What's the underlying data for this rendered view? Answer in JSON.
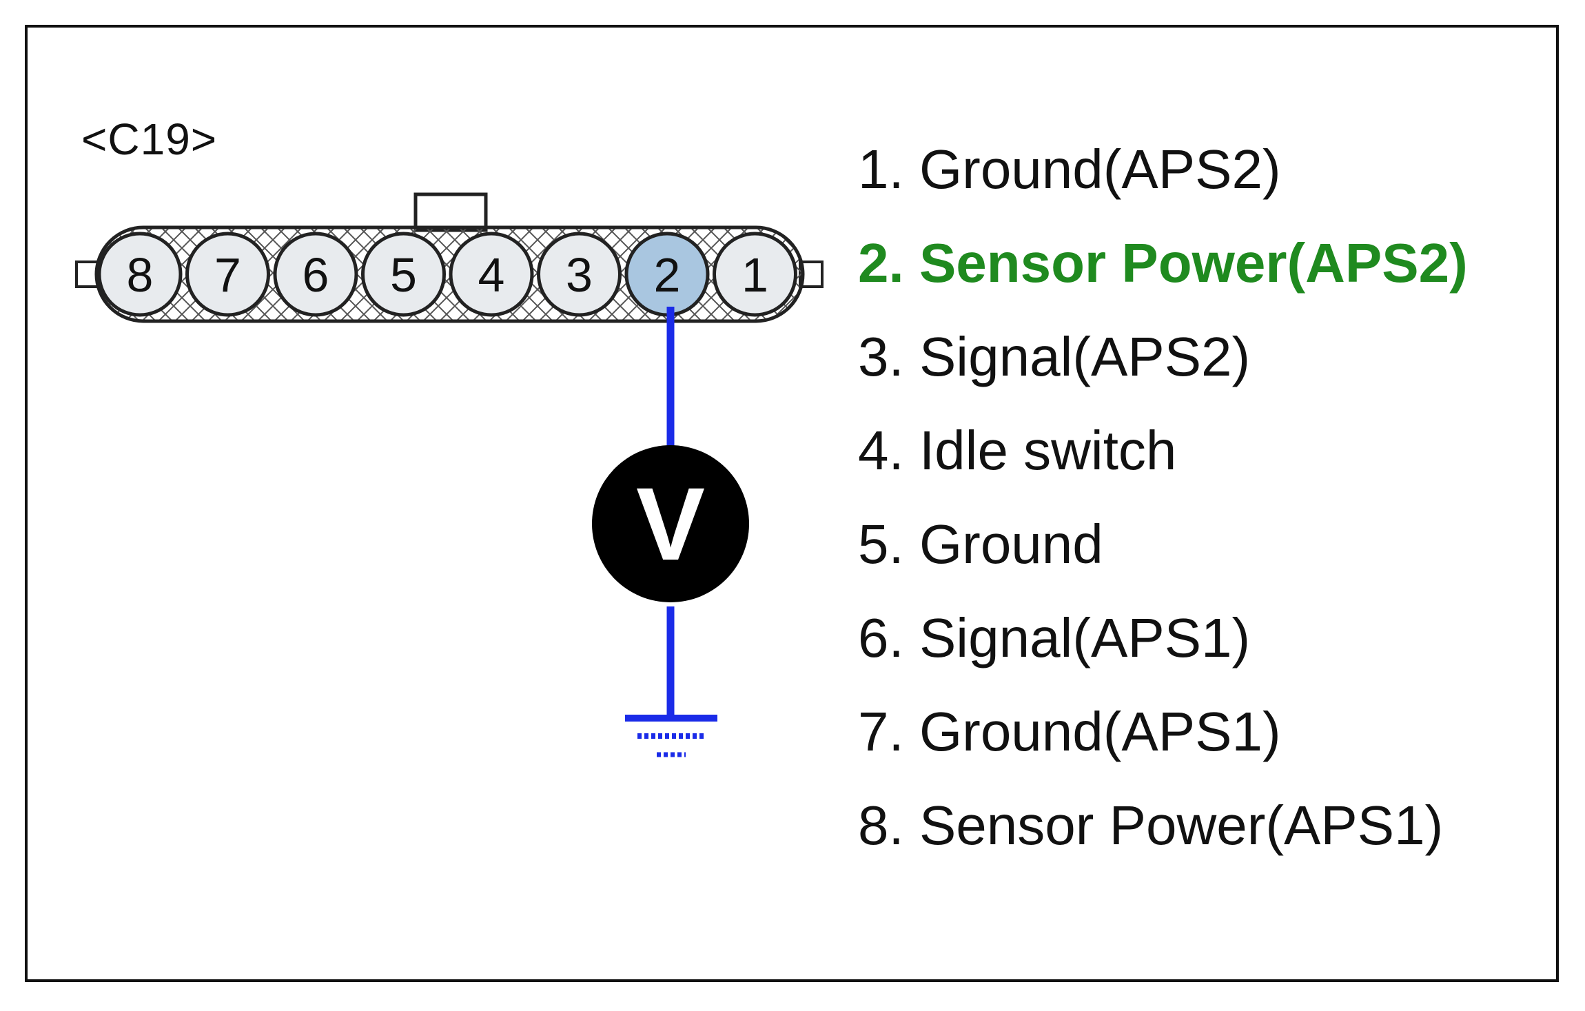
{
  "connector": {
    "label": "<C19>",
    "pins": [
      "8",
      "7",
      "6",
      "5",
      "4",
      "3",
      "2",
      "1"
    ],
    "highlighted_pin": "2"
  },
  "meter": {
    "symbol": "V"
  },
  "legend": [
    {
      "text": "1. Ground(APS2)",
      "highlight": false
    },
    {
      "text": "2. Sensor Power(APS2)",
      "highlight": true
    },
    {
      "text": "3. Signal(APS2)",
      "highlight": false
    },
    {
      "text": "4. Idle switch",
      "highlight": false
    },
    {
      "text": "5. Ground",
      "highlight": false
    },
    {
      "text": "6. Signal(APS1)",
      "highlight": false
    },
    {
      "text": "7. Ground(APS1)",
      "highlight": false
    },
    {
      "text": "8. Sensor Power(APS1)",
      "highlight": false
    }
  ],
  "colors": {
    "wire": "#1a2be8",
    "highlight_text": "#1f8a1f",
    "highlight_pin": "#a9c6e0",
    "pin_fill": "#e8ebee"
  }
}
